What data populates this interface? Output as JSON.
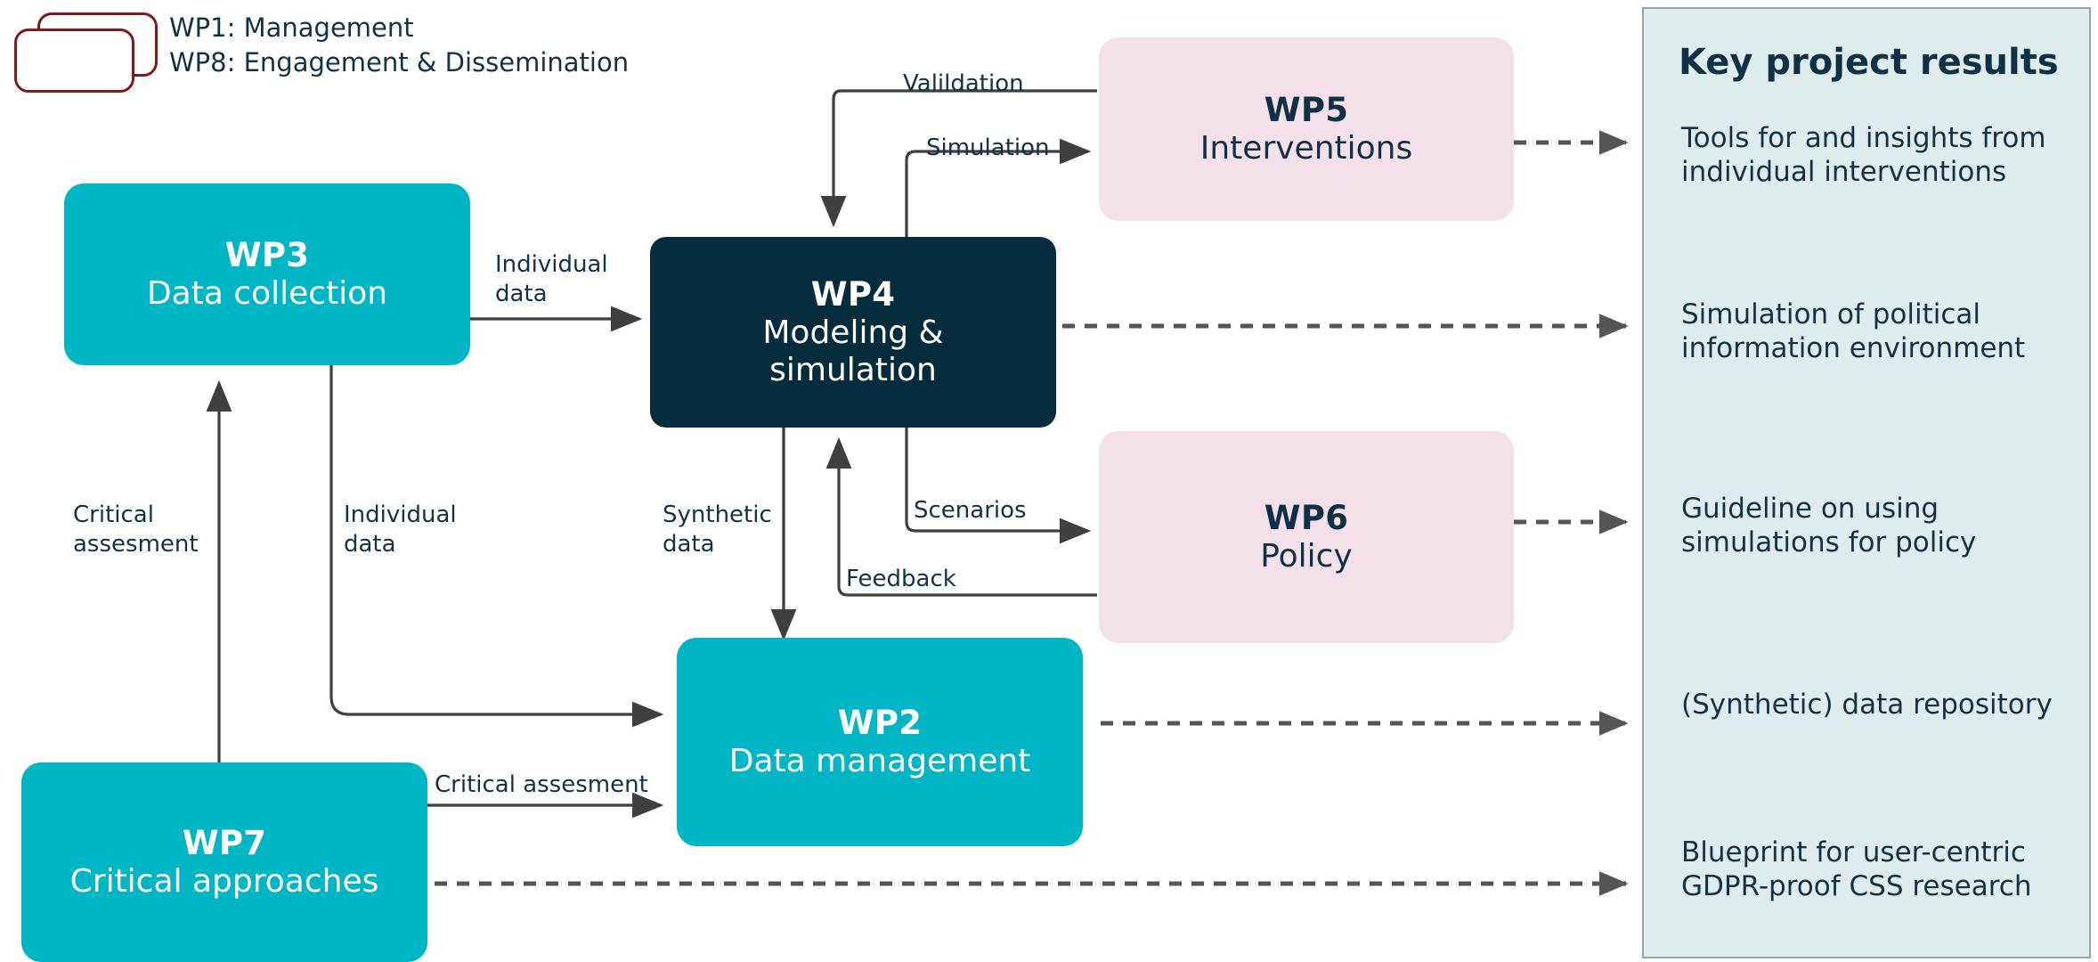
{
  "legend": {
    "line1": "WP1: Management",
    "line2": "WP8: Engagement & Dissemination",
    "card_border_color": "#7b1b20"
  },
  "workpackages": [
    {
      "code": "WP3",
      "name": "Data collection",
      "color": "#00b5c4",
      "text_color": "#ffffff"
    },
    {
      "code": "WP4",
      "name_line1": "Modeling &",
      "name_line2": "simulation",
      "color": "#042c3d",
      "text_color": "#ffffff"
    },
    {
      "code": "WP5",
      "name": "Interventions",
      "color": "#f3e0e9",
      "text_color": "#0f3148"
    },
    {
      "code": "WP6",
      "name": "Policy",
      "color": "#f3e0e9",
      "text_color": "#0f3148"
    },
    {
      "code": "WP2",
      "name": "Data management",
      "color": "#00b5c4",
      "text_color": "#ffffff"
    },
    {
      "code": "WP7",
      "name": "Critical approaches",
      "color": "#00b5c4",
      "text_color": "#ffffff"
    }
  ],
  "edge_labels": {
    "validation": "Valildation",
    "simulation": "Simulation",
    "individual_data_to_wp4": "Individual\ndata",
    "individual_data_to_wp2": "Individual\ndata",
    "critical_assesment_wp7_wp3": "Critical\nassesment",
    "critical_assesment_wp7_wp2": "Critical assesment",
    "synthetic_data": "Synthetic\ndata",
    "scenarios": "Scenarios",
    "feedback": "Feedback"
  },
  "results_panel": {
    "title": "Key project results",
    "background": "#dfeced",
    "items": [
      "Tools for and insights from individual interventions",
      "Simulation of political information environment",
      "Guideline on using simulations for policy",
      "(Synthetic) data repository",
      "Blueprint for user-centric GDPR-proof CSS research"
    ]
  },
  "colors": {
    "teal": "#00b5c4",
    "navy": "#042c3d",
    "pink": "#f3e0e9",
    "panel": "#dfeced",
    "edge": "#3f3f3f",
    "text": "#123247"
  }
}
